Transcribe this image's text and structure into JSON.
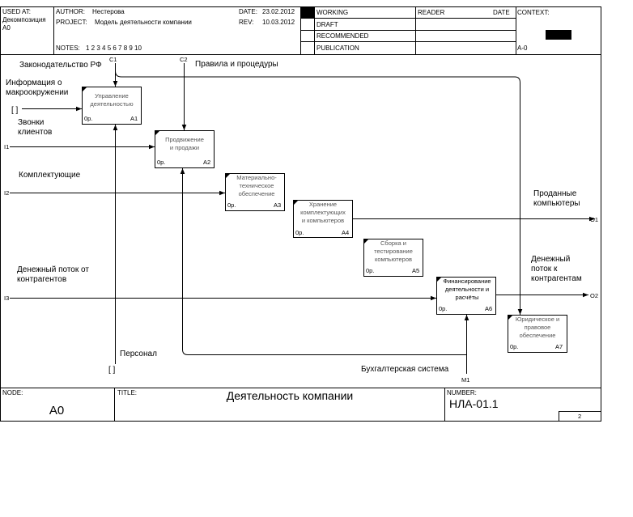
{
  "header": {
    "used_at_label": "USED AT:",
    "used_at_value_1": "Декомпозиция",
    "used_at_value_2": "A0",
    "author_label": "AUTHOR:",
    "author_value": "Нестерова",
    "project_label": "PROJECT:",
    "project_value": "Модель деятельности компании",
    "notes_label": "NOTES:",
    "notes_value": "1  2  3  4  5  6  7  8  9  10",
    "date_label": "DATE:",
    "date_value": "23.02.2012",
    "rev_label": "REV:",
    "rev_value": "10.03.2012",
    "status": [
      "WORKING",
      "DRAFT",
      "RECOMMENDED",
      "PUBLICATION"
    ],
    "reader_label": "READER",
    "reader_date_label": "DATE",
    "context_label": "CONTEXT:",
    "context_node": "A-0"
  },
  "footer": {
    "node_label": "NODE:",
    "node_value": "A0",
    "title_label": "TITLE:",
    "title_value": "Деятельность компании",
    "number_label": "NUMBER:",
    "number_value": "НЛА-01.1",
    "page": "2"
  },
  "boxes": [
    {
      "lines": [
        "Управление",
        "деятельностью"
      ],
      "cost": "0р.",
      "code": "A1"
    },
    {
      "lines": [
        "Продвижение",
        "и продажи"
      ],
      "cost": "0р.",
      "code": "A2"
    },
    {
      "lines": [
        "Материально-",
        "техническое",
        "обеспечение"
      ],
      "cost": "0р.",
      "code": "A3"
    },
    {
      "lines": [
        "Хранение",
        "комплектующих",
        "и компьютеров"
      ],
      "cost": "0р.",
      "code": "A4"
    },
    {
      "lines": [
        "Сборка и",
        "тестирование",
        "компьютеров"
      ],
      "cost": "0р.",
      "code": "A5"
    },
    {
      "lines": [
        "Финансирование",
        "деятельности и",
        "расчёты"
      ],
      "cost": "0р.",
      "code": "A6"
    },
    {
      "lines": [
        "Юридическое и",
        "правовое",
        "обеспечение"
      ],
      "cost": "0р.",
      "code": "A7"
    }
  ],
  "labels": {
    "law": "Законодательство РФ",
    "rules": "Правила и процедуры",
    "info_1": "Информация о",
    "info_2": "макроокружении",
    "calls_1": "Звонки",
    "calls_2": "клиентов",
    "components": "Комплектующие",
    "money_in_1": "Денежный поток от",
    "money_in_2": "контрагентов",
    "sold_1": "Проданные",
    "sold_2": "компьютеры",
    "money_out_1": "Денежный",
    "money_out_2": "поток к",
    "money_out_3": "контрагентам",
    "staff": "Персонал",
    "accounting": "Бухгалтерская система"
  },
  "codes": {
    "c1": "C1",
    "c2": "C2",
    "i1": "I1",
    "i2": "I2",
    "i3": "I3",
    "o1": "O1",
    "o2": "O2",
    "m1": "M1",
    "tunnel": "[ ]"
  }
}
